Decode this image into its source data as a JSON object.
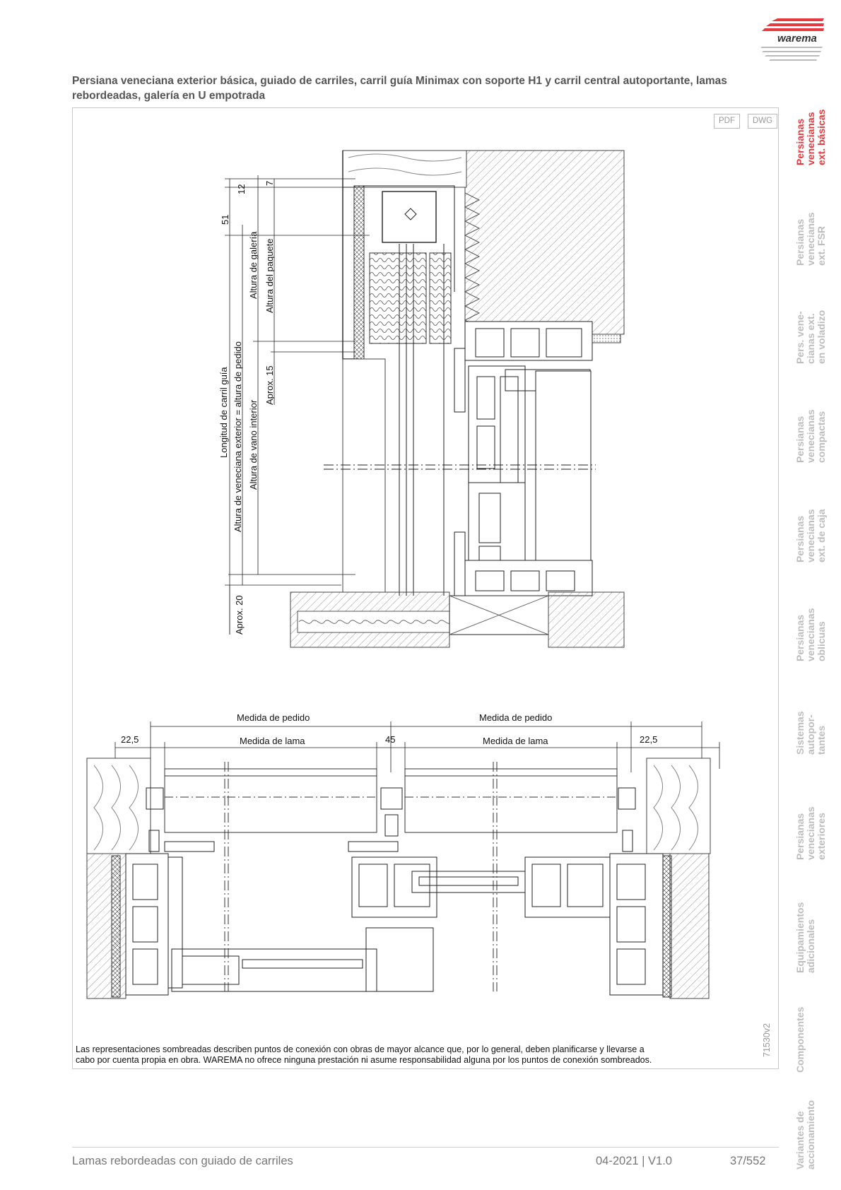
{
  "brand": {
    "name": "warema",
    "color": "#e53a3f"
  },
  "title": "Persiana veneciana exterior básica, guiado de carriles, carril guía Minimax con soporte H1 y carril central autoportante, lamas rebordeadas, galería en U empotrada",
  "downloads": [
    "PDF",
    "DWG"
  ],
  "section_drawing": {
    "dims_left": [
      "51",
      "12",
      "7",
      "Aprox. 15",
      "Aprox. 20"
    ],
    "labels": [
      "Longitud de carril guía",
      "Altura de veneciana exterior = altura de pedido",
      "Altura de vano interior",
      "Altura de galería",
      "Altura del paquete"
    ]
  },
  "plan_drawing": {
    "order_left": "Medida de pedido",
    "order_right": "Medida de pedido",
    "lama_left": "Medida de lama",
    "lama_right": "Medida de lama",
    "dim_left": "22,5",
    "dim_center": "45",
    "dim_right": "22,5"
  },
  "disclaimer": {
    "line1": "Las representaciones sombreadas describen puntos de conexión con obras de mayor alcance que, por lo general, deben planificarse y llevarse a",
    "line2": "cabo por cuenta propia en obra. WAREMA no ofrece ninguna prestación ni asume responsabilidad alguna por los puntos de conexión sombreados."
  },
  "drawing_code": "71530v2",
  "side_nav": [
    {
      "label": "Persianas\nvenecianas\next. básicas",
      "active": true
    },
    {
      "label": "Persianas\nvenecianas\next. FSR",
      "active": false
    },
    {
      "label": "Pers. vene-\ncianas ext.\nen voladizo",
      "active": false
    },
    {
      "label": "Persianas\nvenecianas\ncompactas",
      "active": false
    },
    {
      "label": "Persianas\nvenecianas\next. de caja",
      "active": false
    },
    {
      "label": "Persianas\nvenecianas\noblicuas",
      "active": false
    },
    {
      "label": "Sistemas\nautopor-\ntantes",
      "active": false
    },
    {
      "label": "Persianas\nvenecianas\nexteriores",
      "active": false
    },
    {
      "label": "Equipamientos\nadicionales",
      "active": false
    },
    {
      "label": "Componentes",
      "active": false
    },
    {
      "label": "Variantes de\naccionamiento",
      "active": false
    }
  ],
  "footer": {
    "left": "Lamas rebordeadas con guiado de carriles",
    "date_version": "04-2021 | V1.0",
    "page": "37/552"
  }
}
